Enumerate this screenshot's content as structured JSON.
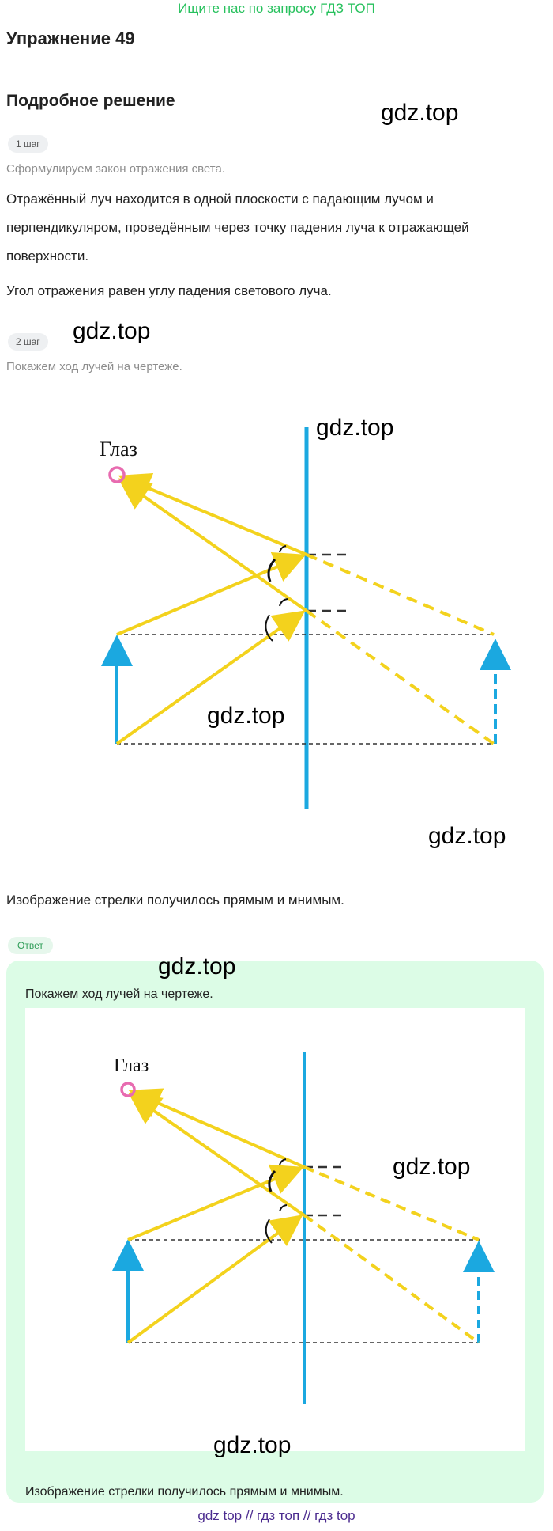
{
  "promo": "Ищите нас по запросу ГДЗ ТОП",
  "title": "Упражнение 49",
  "subtitle": "Подробное решение",
  "watermark": "gdz.top",
  "steps": [
    {
      "label": "1 шаг",
      "lead": "Сформулируем закон отражения света.",
      "paragraphs": [
        "Отражённый луч находится в одной плоскости с падающим лучом и перпендикуляром, проведённым через точку падения луча к отражающей поверхности.",
        "Угол отражения равен углу падения светового луча."
      ]
    },
    {
      "label": "2 шаг",
      "lead": "Покажем ход лучей на чертеже."
    }
  ],
  "diagram": {
    "eye_label": "Глаз",
    "colors": {
      "mirror": "#1ba8e0",
      "ray": "#f3d21d",
      "eye": "#e86bb0",
      "arrow": "#1ba8e0",
      "dash": "#333333"
    }
  },
  "conclusion": "Изображение стрелки получилось прямым и мнимым.",
  "answer": {
    "label": "Ответ",
    "lead": "Покажем ход лучей на чертеже.",
    "conclusion": "Изображение стрелки получилось прямым и мнимым."
  },
  "footer": {
    "links": [
      "gdz top",
      "гдз топ",
      "гдз top"
    ],
    "separator": "//"
  }
}
